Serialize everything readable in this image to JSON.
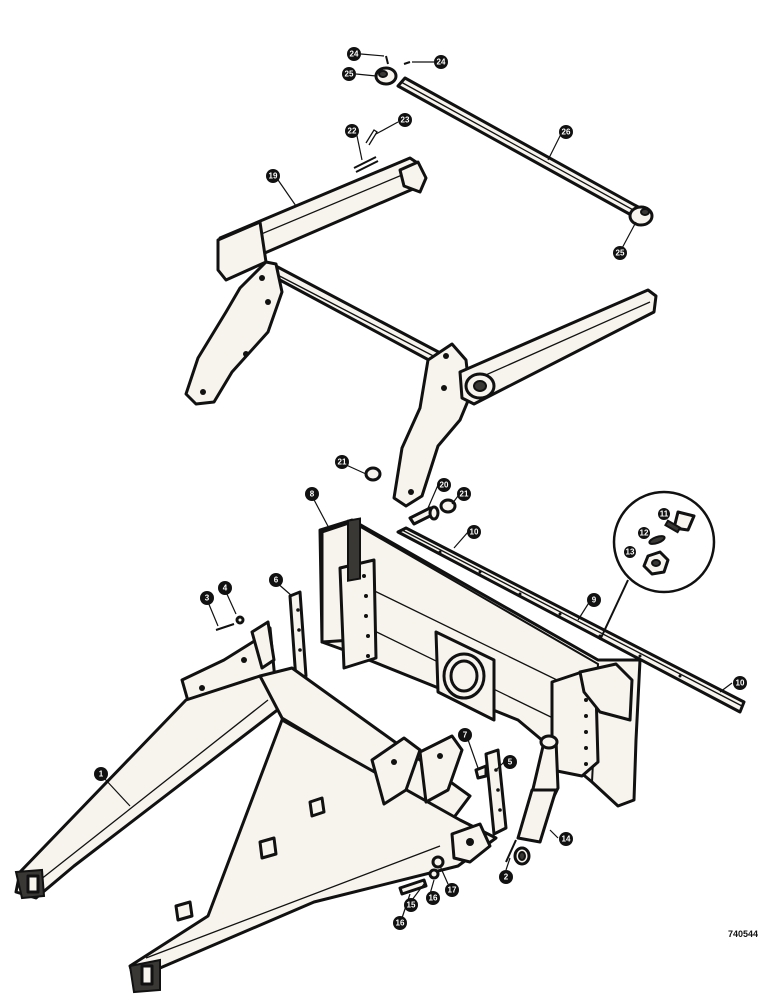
{
  "drawing_number": "740544",
  "callouts": {
    "c1": "1",
    "c2": "2",
    "c3": "3",
    "c4": "4",
    "c5": "5",
    "c6": "6",
    "c7": "7",
    "c8": "8",
    "c9": "9",
    "c10": "10",
    "c11": "11",
    "c12": "12",
    "c13": "13",
    "c14": "14",
    "c15": "15",
    "c16a": "16",
    "c16b": "16",
    "c17": "17",
    "c19": "19",
    "c20": "20",
    "c21a": "21",
    "c21b": "21",
    "c22": "22",
    "c23": "23",
    "c24a": "24",
    "c24b": "24",
    "c25a": "25",
    "c25b": "25",
    "c26": "26"
  }
}
